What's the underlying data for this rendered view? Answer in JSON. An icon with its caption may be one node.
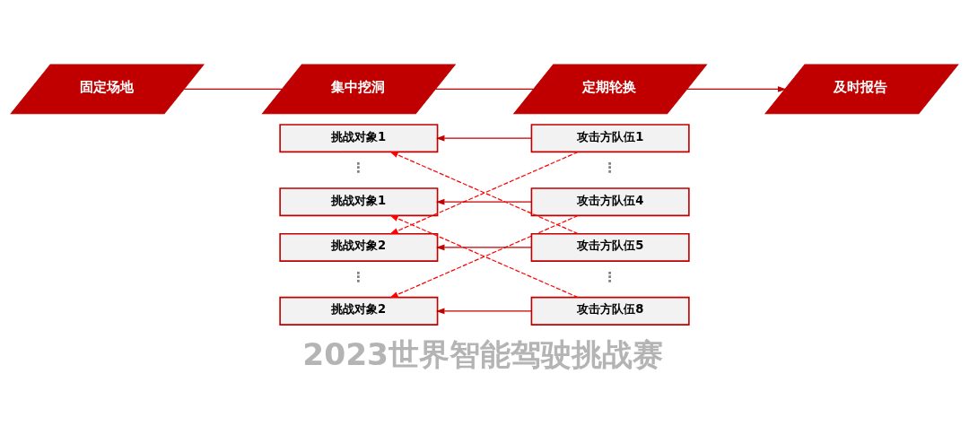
{
  "diagram": {
    "title": "2023世界智能驾驶挑战赛",
    "nodes": [
      {
        "text": [
          "固定场地"
        ]
      },
      {
        "text": [
          "集中挖洞"
        ]
      },
      {
        "text": [
          "定期轮换"
        ]
      },
      {
        "text": [
          "及时报告"
        ]
      },
      {
        "text": [
          "挑战对象1"
        ]
      },
      {
        "text": [
          "攻击方队伍1"
        ]
      },
      {
        "text": [
          "挑战对象1"
        ]
      },
      {
        "text": [
          "攻击方队伍4"
        ]
      },
      {
        "text": [
          "挑战对象2"
        ]
      },
      {
        "text": [
          "攻击方队伍5"
        ]
      },
      {
        "text": [
          "挑战对象2"
        ]
      },
      {
        "text": [
          "攻击方队伍8"
        ]
      }
    ],
    "edges": [
      {
        "from": 0,
        "to": 1,
        "arrow": "none"
      },
      {
        "from": 1,
        "to": 2,
        "arrow": "none"
      },
      {
        "from": 2,
        "to": 3,
        "arrow": "to"
      },
      {
        "from": 5,
        "to": 4,
        "arrow": "to"
      },
      {
        "from": 5,
        "to": 8,
        "arrow": "to",
        "style": "dashed",
        "color": "#ff0000"
      },
      {
        "from": 7,
        "to": 6,
        "arrow": "to"
      },
      {
        "from": 7,
        "to": 10,
        "arrow": "to",
        "style": "dashed",
        "color": "#ff0000"
      },
      {
        "from": 9,
        "to": 8,
        "arrow": "to"
      },
      {
        "from": 9,
        "to": 4,
        "arrow": "to",
        "style": "dashed",
        "color": "#ff0000"
      },
      {
        "from": 11,
        "to": 10,
        "arrow": "to"
      },
      {
        "from": 11,
        "to": 6,
        "arrow": "to",
        "style": "dashed",
        "color": "#ff0000"
      }
    ],
    "labels": [
      "⋮",
      "⋮",
      "⋮",
      "⋮"
    ]
  }
}
